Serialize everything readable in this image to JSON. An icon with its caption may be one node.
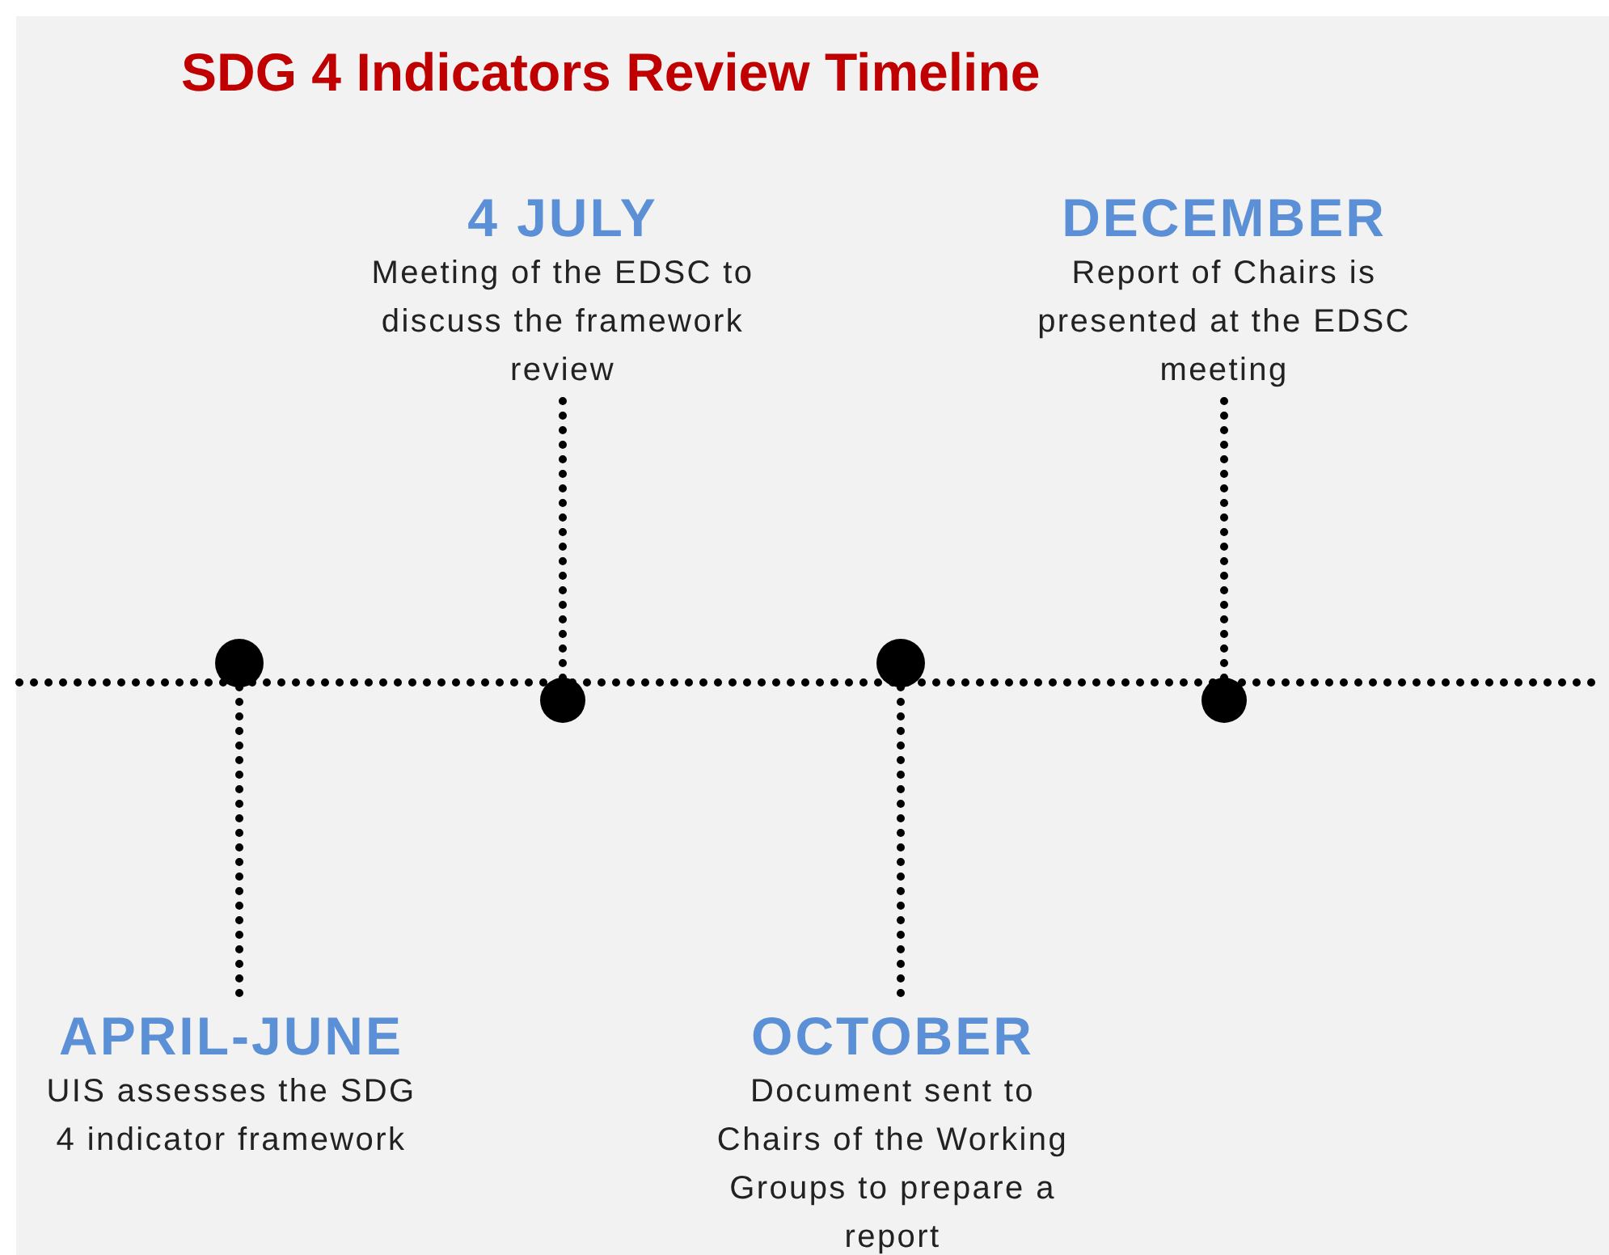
{
  "diagram": {
    "title": "SDG 4 Indicators Review Timeline",
    "nodes": [
      {
        "text": [
          "APRIL-JUNE",
          "UIS assesses the SDG 4 indicator framework"
        ]
      },
      {
        "text": [
          "4 JULY",
          "Meeting of the EDSC to discuss the framework review"
        ]
      },
      {
        "text": [
          "OCTOBER",
          "Document sent to Chairs of the Working Groups to prepare a report"
        ]
      },
      {
        "text": [
          "DECEMBER",
          "Report of Chairs is presented at the EDSC meeting"
        ]
      },
      {
        "text": [],
        "shape": "circle"
      },
      {
        "text": [],
        "shape": "circle"
      },
      {
        "text": [],
        "shape": "circle"
      },
      {
        "text": [],
        "shape": "circle"
      }
    ],
    "edges": [
      {
        "from": 4,
        "to": 0,
        "arrow": "none"
      },
      {
        "from": 5,
        "to": 1,
        "arrow": "none"
      },
      {
        "from": 6,
        "to": 2,
        "arrow": "none"
      },
      {
        "from": 7,
        "to": 3,
        "arrow": "none"
      }
    ]
  }
}
